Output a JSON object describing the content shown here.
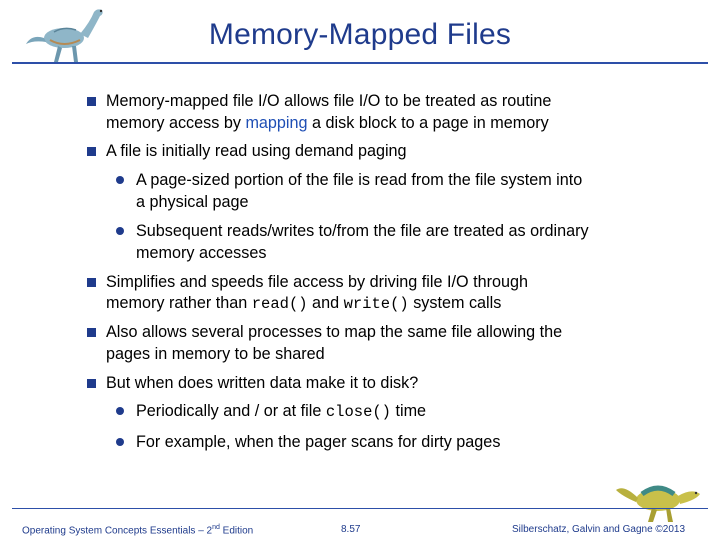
{
  "slide": {
    "title": "Memory-Mapped Files",
    "bullets": [
      {
        "before": "Memory-mapped file I/O allows file I/O to be treated as routine",
        "line2_before": "memory access by ",
        "highlight": "mapping",
        "line2_after": " a disk block to a page in memory"
      },
      {
        "text": "A file is initially read using demand paging",
        "sub": [
          {
            "line1": "A page-sized portion of the file is read from the file system into",
            "line2": "a physical page"
          },
          {
            "line1": "Subsequent reads/writes to/from the file are treated as ordinary",
            "line2": "memory accesses"
          }
        ]
      },
      {
        "line1": "Simplifies and speeds file access by driving file I/O through",
        "line2_before": "memory rather than ",
        "code1": "read()",
        "mid": " and ",
        "code2": "write()",
        "line2_after": " system calls"
      },
      {
        "line1": "Also allows several processes to map the same file allowing the",
        "line2": "pages in memory to be shared"
      },
      {
        "text": "But when does written data make it to disk?",
        "sub": [
          {
            "before": "Periodically and / or at file ",
            "code": "close()",
            "after": " time"
          },
          {
            "text": "For example, when the pager scans for dirty pages"
          }
        ]
      }
    ]
  },
  "footer": {
    "left_main": "Operating System Concepts Essentials – 2",
    "left_sup": "nd",
    "left_end": " Edition",
    "center": "8.57",
    "right": "Silberschatz, Galvin and Gagne ©2013"
  },
  "images": {
    "top_logo": "dinosaur-icon",
    "bottom_logo": "dinosaur-icon"
  },
  "colors": {
    "title": "#1f3b8c",
    "bullet": "#1f3b8c",
    "highlight": "#1f4fb5",
    "rule": "#2d4fa8"
  }
}
